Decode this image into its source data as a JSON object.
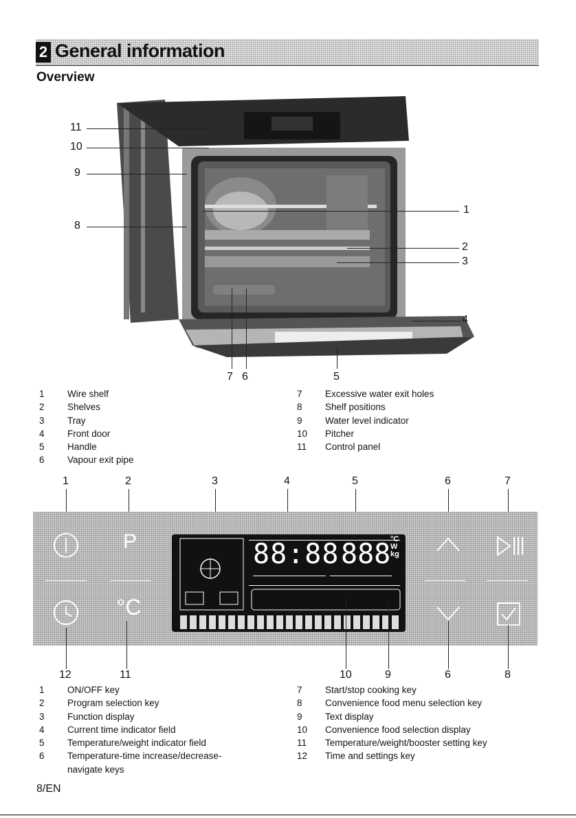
{
  "header": {
    "section_number": "2",
    "title": "General information"
  },
  "subheading": "Overview",
  "photo_callouts": [
    {
      "num": "11"
    },
    {
      "num": "10"
    },
    {
      "num": "9"
    },
    {
      "num": "8"
    },
    {
      "num": "1"
    },
    {
      "num": "2"
    },
    {
      "num": "3"
    },
    {
      "num": "4"
    },
    {
      "num": "7"
    },
    {
      "num": "6"
    },
    {
      "num": "5"
    }
  ],
  "parts_left": [
    {
      "num": "1",
      "label": "Wire shelf"
    },
    {
      "num": "2",
      "label": "Shelves"
    },
    {
      "num": "3",
      "label": "Tray"
    },
    {
      "num": "4",
      "label": "Front door"
    },
    {
      "num": "5",
      "label": "Handle"
    },
    {
      "num": "6",
      "label": "Vapour exit pipe"
    }
  ],
  "parts_right": [
    {
      "num": "7",
      "label": "Excessive water exit holes"
    },
    {
      "num": "8",
      "label": "Shelf positions"
    },
    {
      "num": "9",
      "label": "Water level indicator"
    },
    {
      "num": "10",
      "label": "Pitcher"
    },
    {
      "num": "11",
      "label": "Control panel"
    }
  ],
  "panel_top_callouts": [
    "1",
    "2",
    "3",
    "4",
    "5",
    "6",
    "7"
  ],
  "panel_bottom_callouts": [
    "12",
    "11",
    "10",
    "9",
    "6",
    "8"
  ],
  "panel_keys": {
    "program": "P",
    "temperature": "°C",
    "display_digits_time": "88:88",
    "display_digits_temp": "888",
    "unit_c": "°C",
    "unit_w": "W",
    "unit_kg": "kg"
  },
  "keys_left": [
    {
      "num": "1",
      "label": "ON/OFF key"
    },
    {
      "num": "2",
      "label": "Program selection key"
    },
    {
      "num": "3",
      "label": "Function display"
    },
    {
      "num": "4",
      "label": "Current time indicator field"
    },
    {
      "num": "5",
      "label": "Temperature/weight indicator field"
    },
    {
      "num": "6",
      "label": "Temperature-time increase/decrease-navigate keys"
    }
  ],
  "keys_right": [
    {
      "num": "7",
      "label": "Start/stop cooking key"
    },
    {
      "num": "8",
      "label": "Convenience food menu selection key"
    },
    {
      "num": "9",
      "label": "Text display"
    },
    {
      "num": "10",
      "label": "Convenience food selection display"
    },
    {
      "num": "11",
      "label": "Temperature/weight/booster setting key"
    },
    {
      "num": "12",
      "label": "Time and settings key"
    }
  ],
  "page_number": "8/EN"
}
